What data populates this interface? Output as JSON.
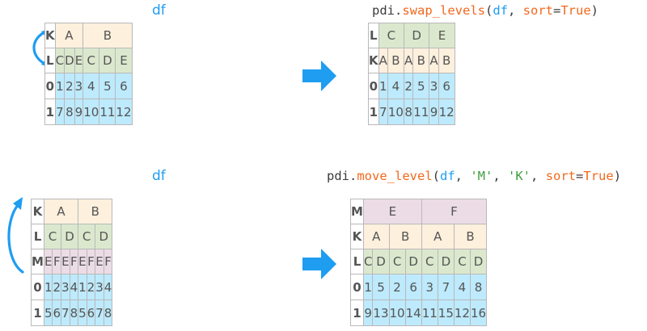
{
  "colors": {
    "accent_blue": "#1e9df1",
    "orange": "#f2681c",
    "green_text": "#2e7d32",
    "header_k": "#fdf0dd",
    "header_l": "#dbe8cd",
    "header_m": "#ecdce6",
    "data_cell": "#bdeafc",
    "grid_line": "#b9b9b9"
  },
  "panels": [
    {
      "id": "top-left",
      "title": {
        "parts": [
          {
            "t": "df",
            "c": "blue"
          }
        ]
      },
      "level_names": [
        "K",
        "L"
      ],
      "header_rows": [
        {
          "level": "K",
          "style": "h-k",
          "cells": [
            {
              "label": "A",
              "span": 3
            },
            {
              "label": "B",
              "span": 3
            }
          ]
        },
        {
          "level": "L",
          "style": "h-l",
          "cells": [
            {
              "label": "C",
              "span": 1
            },
            {
              "label": "D",
              "span": 1
            },
            {
              "label": "E",
              "span": 1
            },
            {
              "label": "C",
              "span": 1
            },
            {
              "label": "D",
              "span": 1
            },
            {
              "label": "E",
              "span": 1
            }
          ]
        }
      ],
      "index": [
        "0",
        "1"
      ],
      "rows": [
        [
          "1",
          "2",
          "3",
          "4",
          "5",
          "6"
        ],
        [
          "7",
          "8",
          "9",
          "10",
          "11",
          "12"
        ]
      ],
      "arrow": "swap-kl"
    },
    {
      "id": "top-right",
      "title": {
        "parts": [
          {
            "t": "pdi.",
            "c": "dark"
          },
          {
            "t": "swap_levels",
            "c": "orange"
          },
          {
            "t": "(",
            "c": "dark"
          },
          {
            "t": "df",
            "c": "blue"
          },
          {
            "t": ", ",
            "c": "dark"
          },
          {
            "t": "sort",
            "c": "orange"
          },
          {
            "t": "=",
            "c": "dark"
          },
          {
            "t": "True",
            "c": "orange"
          },
          {
            "t": ")",
            "c": "dark"
          }
        ]
      },
      "level_names": [
        "L",
        "K"
      ],
      "header_rows": [
        {
          "level": "L",
          "style": "h-l",
          "cells": [
            {
              "label": "C",
              "span": 2
            },
            {
              "label": "D",
              "span": 2
            },
            {
              "label": "E",
              "span": 2
            }
          ]
        },
        {
          "level": "K",
          "style": "h-k",
          "cells": [
            {
              "label": "A",
              "span": 1
            },
            {
              "label": "B",
              "span": 1
            },
            {
              "label": "A",
              "span": 1
            },
            {
              "label": "B",
              "span": 1
            },
            {
              "label": "A",
              "span": 1
            },
            {
              "label": "B",
              "span": 1
            }
          ]
        }
      ],
      "index": [
        "0",
        "1"
      ],
      "rows": [
        [
          "1",
          "4",
          "2",
          "5",
          "3",
          "6"
        ],
        [
          "7",
          "10",
          "8",
          "11",
          "9",
          "12"
        ]
      ],
      "arrow": "none"
    },
    {
      "id": "bottom-left",
      "title": {
        "parts": [
          {
            "t": "df",
            "c": "blue"
          }
        ]
      },
      "level_names": [
        "K",
        "L",
        "M"
      ],
      "header_rows": [
        {
          "level": "K",
          "style": "h-k",
          "cells": [
            {
              "label": "A",
              "span": 4
            },
            {
              "label": "B",
              "span": 4
            }
          ]
        },
        {
          "level": "L",
          "style": "h-l",
          "cells": [
            {
              "label": "C",
              "span": 2
            },
            {
              "label": "D",
              "span": 2
            },
            {
              "label": "C",
              "span": 2
            },
            {
              "label": "D",
              "span": 2
            }
          ]
        },
        {
          "level": "M",
          "style": "h-m",
          "cells": [
            {
              "label": "E",
              "span": 1
            },
            {
              "label": "F",
              "span": 1
            },
            {
              "label": "E",
              "span": 1
            },
            {
              "label": "F",
              "span": 1
            },
            {
              "label": "E",
              "span": 1
            },
            {
              "label": "F",
              "span": 1
            },
            {
              "label": "E",
              "span": 1
            },
            {
              "label": "F",
              "span": 1
            }
          ]
        }
      ],
      "index": [
        "0",
        "1"
      ],
      "rows": [
        [
          "1",
          "2",
          "3",
          "4",
          "1",
          "2",
          "3",
          "4"
        ],
        [
          "5",
          "6",
          "7",
          "8",
          "5",
          "6",
          "7",
          "8"
        ]
      ],
      "arrow": "move-m-to-top"
    },
    {
      "id": "bottom-right",
      "title": {
        "parts": [
          {
            "t": "pdi.",
            "c": "dark"
          },
          {
            "t": "move_level",
            "c": "orange"
          },
          {
            "t": "(",
            "c": "dark"
          },
          {
            "t": "df",
            "c": "blue"
          },
          {
            "t": ", ",
            "c": "dark"
          },
          {
            "t": "'M'",
            "c": "green"
          },
          {
            "t": ", ",
            "c": "dark"
          },
          {
            "t": "'K'",
            "c": "green"
          },
          {
            "t": ", ",
            "c": "dark"
          },
          {
            "t": "sort",
            "c": "orange"
          },
          {
            "t": "=",
            "c": "dark"
          },
          {
            "t": "True",
            "c": "orange"
          },
          {
            "t": ")",
            "c": "dark"
          }
        ]
      },
      "level_names": [
        "M",
        "K",
        "L"
      ],
      "header_rows": [
        {
          "level": "M",
          "style": "h-m",
          "cells": [
            {
              "label": "E",
              "span": 4
            },
            {
              "label": "F",
              "span": 4
            }
          ]
        },
        {
          "level": "K",
          "style": "h-k",
          "cells": [
            {
              "label": "A",
              "span": 2
            },
            {
              "label": "B",
              "span": 2
            },
            {
              "label": "A",
              "span": 2
            },
            {
              "label": "B",
              "span": 2
            }
          ]
        },
        {
          "level": "L",
          "style": "h-l",
          "cells": [
            {
              "label": "C",
              "span": 1
            },
            {
              "label": "D",
              "span": 1
            },
            {
              "label": "C",
              "span": 1
            },
            {
              "label": "D",
              "span": 1
            },
            {
              "label": "C",
              "span": 1
            },
            {
              "label": "D",
              "span": 1
            },
            {
              "label": "C",
              "span": 1
            },
            {
              "label": "D",
              "span": 1
            }
          ]
        }
      ],
      "index": [
        "0",
        "1"
      ],
      "rows": [
        [
          "1",
          "5",
          "2",
          "6",
          "3",
          "7",
          "4",
          "8"
        ],
        [
          "9",
          "13",
          "10",
          "14",
          "11",
          "15",
          "12",
          "16"
        ]
      ],
      "arrow": "none"
    }
  ],
  "big_arrows": [
    {
      "name": "transform-arrow-top"
    },
    {
      "name": "transform-arrow-bottom"
    }
  ]
}
